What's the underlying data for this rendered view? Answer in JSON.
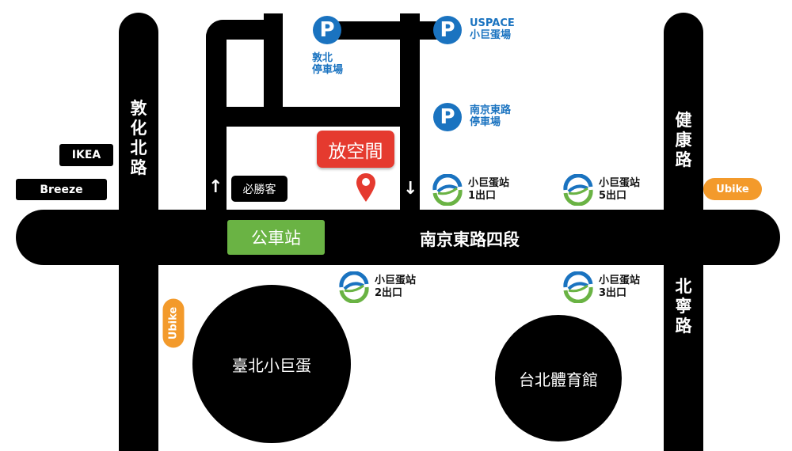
{
  "streets": {
    "main": "南京東路四段",
    "left": "敦化北路",
    "right_top": "健康路",
    "right_bottom": "北寧路"
  },
  "landmarks": {
    "ikea": "IKEA",
    "breeze": "Breeze",
    "pizza_hut": "必勝客",
    "destination": "放空間",
    "bus_stop": "公車站",
    "arena": "臺北小巨蛋",
    "gym": "台北體育館"
  },
  "parking": [
    {
      "icon": "P",
      "label": "敦北\n停車場"
    },
    {
      "icon": "P",
      "label": "USPACE\n小巨蛋場"
    },
    {
      "icon": "P",
      "label": "南京東路\n停車場"
    }
  ],
  "mrt_exits": [
    {
      "name": "小巨蛋站",
      "exit": "1出口"
    },
    {
      "name": "小巨蛋站",
      "exit": "5出口"
    },
    {
      "name": "小巨蛋站",
      "exit": "2出口"
    },
    {
      "name": "小巨蛋站",
      "exit": "3出口"
    }
  ],
  "ubike": [
    "Ubike",
    "Ubike"
  ],
  "colors": {
    "parking": "#1a73c0",
    "destination": "#e53a2f",
    "bus": "#6ab344",
    "ubike": "#f39a2b"
  }
}
